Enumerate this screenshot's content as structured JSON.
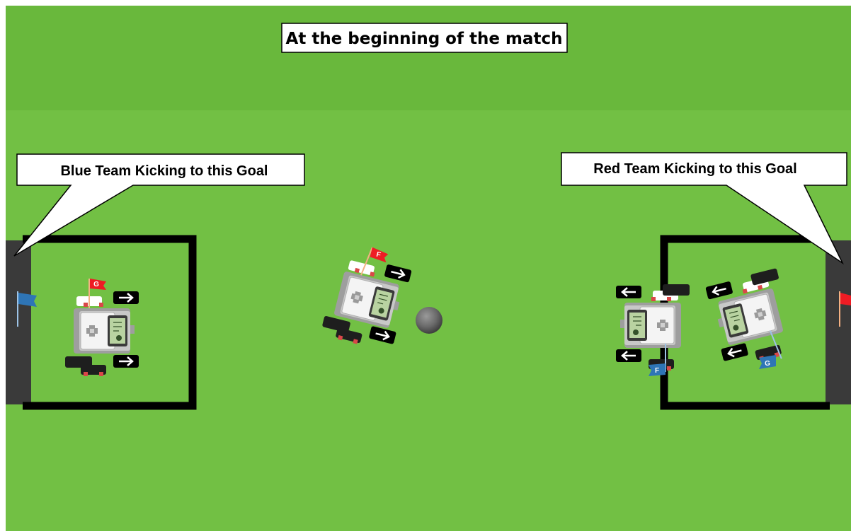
{
  "title": "At the beginning of the match",
  "callouts": {
    "blue_goal": "Blue Team Kicking to this Goal",
    "red_goal": "Red Team Kicking to this Goal"
  },
  "robots": {
    "blue_goalie": {
      "flag_letter": "G",
      "flag_color": "#ee1c24",
      "facing": "right"
    },
    "blue_forward": {
      "flag_letter": "F",
      "flag_color": "#ee1c24",
      "facing": "right"
    },
    "red_forward": {
      "flag_letter": "F",
      "flag_color": "#2e75b6",
      "facing": "left"
    },
    "red_goalie": {
      "flag_letter": "G",
      "flag_color": "#2e75b6",
      "facing": "left"
    }
  },
  "goal_flags": {
    "left": {
      "color": "#2e75b6"
    },
    "right": {
      "color": "#ee1c24"
    }
  },
  "colors": {
    "field": "#72c044",
    "top_band": "#69b83c",
    "goal_box": "#000000",
    "goal_post": "#3a3a3a",
    "ball": "#666666"
  },
  "icons": {
    "arrow_right": "right-arrow-icon",
    "arrow_left": "left-arrow-icon",
    "ball": "ball-icon"
  }
}
